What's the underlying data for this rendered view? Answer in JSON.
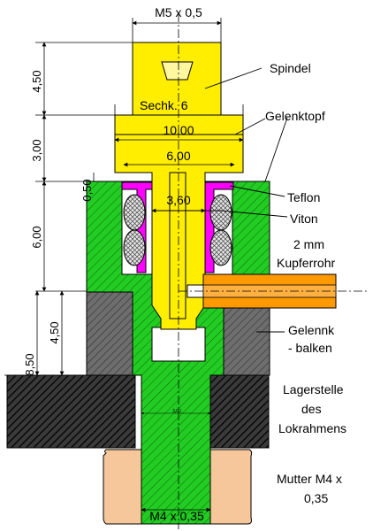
{
  "diagram": {
    "top_thread": "M5 x 0,5",
    "bottom_thread": "M4 x 0,35",
    "labels": {
      "spindle": "Spindel",
      "hex": "Sechk. 6",
      "pot": "Gelenktopf",
      "teflon": "Teflon",
      "viton": "Viton",
      "tube_line1": "2 mm",
      "tube_line2": "Kupferrohr",
      "beam_line1": "Gelennk",
      "beam_line2": "- balken",
      "bearing_line1": "Lagerstelle",
      "bearing_line2": "des",
      "bearing_line3": "Lokrahmens",
      "nut_line1": "Mutter M4 x",
      "nut_line2": "0,35"
    },
    "dimensions": {
      "d_450_top": "4,50",
      "d_300": "3,00",
      "d_600_left": "6,00",
      "d_450_bottom": "4,50",
      "d_850": "8,50",
      "d_050": "0,50",
      "w_1000": "10,00",
      "w_600": "6,00",
      "w_360": "3,60",
      "w_small": "3,00"
    },
    "colors": {
      "spindle": "#ffee00",
      "pot": "#22cc22",
      "teflon": "#ff00ff",
      "tube": "#ff9900",
      "nut": "#f6c79a",
      "beam": "#707070",
      "frame": "#2a2a2a"
    }
  }
}
